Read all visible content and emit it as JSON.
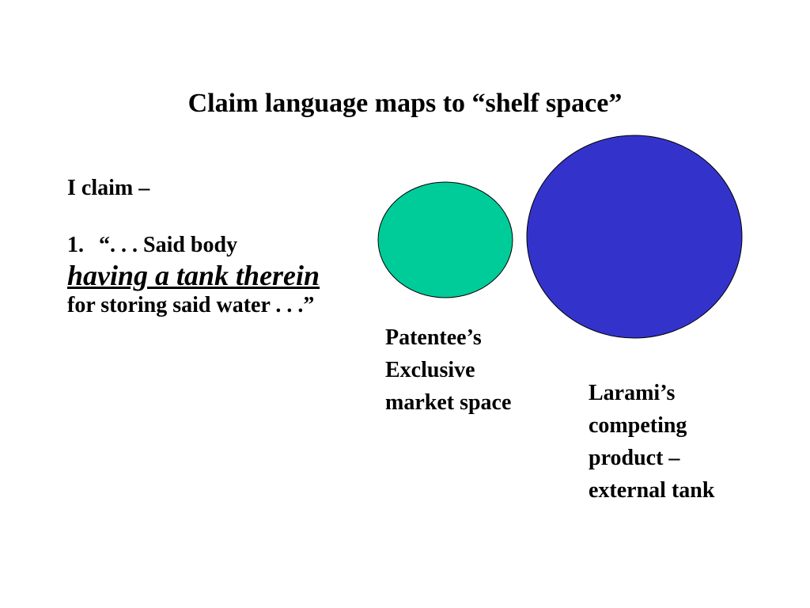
{
  "slide": {
    "title": "Claim language maps to “shelf space”"
  },
  "claim": {
    "heading": "I claim –",
    "number": "1.",
    "text_before": "“. . . Said body ",
    "emphasis": "having a tank therein",
    "text_after": " for storing said water . . .”"
  },
  "circles": {
    "patentee": {
      "fill": "#00CC99",
      "label_lines": [
        "Patentee’s",
        "Exclusive",
        "market space"
      ]
    },
    "larami": {
      "fill": "#3333CC",
      "label_lines": [
        "Larami’s",
        "competing",
        "product –",
        "external tank"
      ]
    }
  }
}
